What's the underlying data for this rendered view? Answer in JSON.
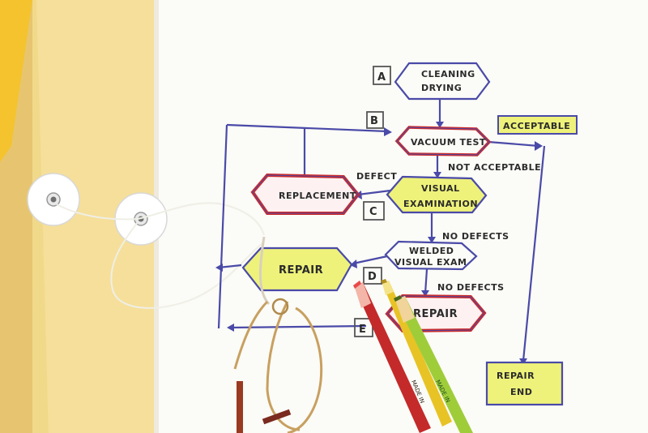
{
  "flowchart": {
    "boxes": {
      "a": "A",
      "b": "B",
      "c": "C",
      "d": "D",
      "e": "E"
    },
    "nodes": {
      "cleaning_line1": "CLEANING",
      "cleaning_line2": "DRYING",
      "vacuum_test": "VACUUM TEST",
      "acceptable": "ACCEPTABLE",
      "not_acceptable": "NOT ACCEPTABLE",
      "defect": "DEFECT",
      "replacement": "REPLACEMENT",
      "visual_line1": "VISUAL",
      "visual_line2": "EXAMINATION",
      "no_defects_1": "NO DEFECTS",
      "welded_line1": "WELDED",
      "welded_line2": "VISUAL EXAM",
      "repair_left": "REPAIR",
      "no_defects_2": "NO DEFECTS",
      "repair_center": "REPAIR",
      "repair_end_line1": "REPAIR",
      "repair_end_line2": "END"
    }
  },
  "pencils": {
    "green_text": "MADE IN",
    "red_text": "MADE IN"
  },
  "colors": {
    "paper": "#fbfbf7",
    "envelope": "#f1d98a",
    "ink": "#4a4aa8",
    "yellow_fill": "#eef27a",
    "red_crayon": "#cc2a2a"
  }
}
